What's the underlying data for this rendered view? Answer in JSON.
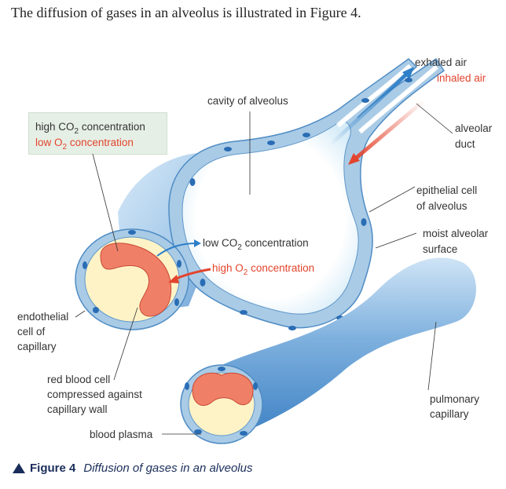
{
  "intro": "The diffusion of gases in an alveolus is illustrated in Figure 4.",
  "labels": {
    "exhaled_air": "exhaled air",
    "inhaled_air": "inhaled air",
    "alveolar_duct_1": "alveolar",
    "alveolar_duct_2": "duct",
    "cavity": "cavity of alveolus",
    "high_co2_pre": "high CO",
    "high_co2_sub": "2",
    "high_co2_post": " concentration",
    "low_o2_pre": "low O",
    "low_o2_sub": "2",
    "low_o2_post": " concentration",
    "epithelial_1": "epithelial cell",
    "epithelial_2": "of alveolus",
    "moist_1": "moist alveolar",
    "moist_2": "surface",
    "low_co2_pre": "low CO",
    "low_co2_sub": "2",
    "low_co2_post": " concentration",
    "high_o2_pre": "high O",
    "high_o2_sub": "2",
    "high_o2_post": " concentration",
    "endothelial_1": "endothelial",
    "endothelial_2": "cell of",
    "endothelial_3": "capillary",
    "rbc_1": "red blood cell",
    "rbc_2": "compressed against",
    "rbc_3": "capillary wall",
    "plasma": "blood plasma",
    "pulmonary_1": "pulmonary",
    "pulmonary_2": "capillary"
  },
  "caption": {
    "figure": "Figure 4",
    "title": "Diffusion of gases in an alveolus"
  },
  "colors": {
    "wall": "#a9cbe6",
    "wall_stroke": "#4f8cc4",
    "nucleus": "#2a6db5",
    "plasma": "#fdf3c7",
    "rbc": "#f07f67",
    "red": "#e3442d",
    "blue": "#2d7fc8"
  }
}
